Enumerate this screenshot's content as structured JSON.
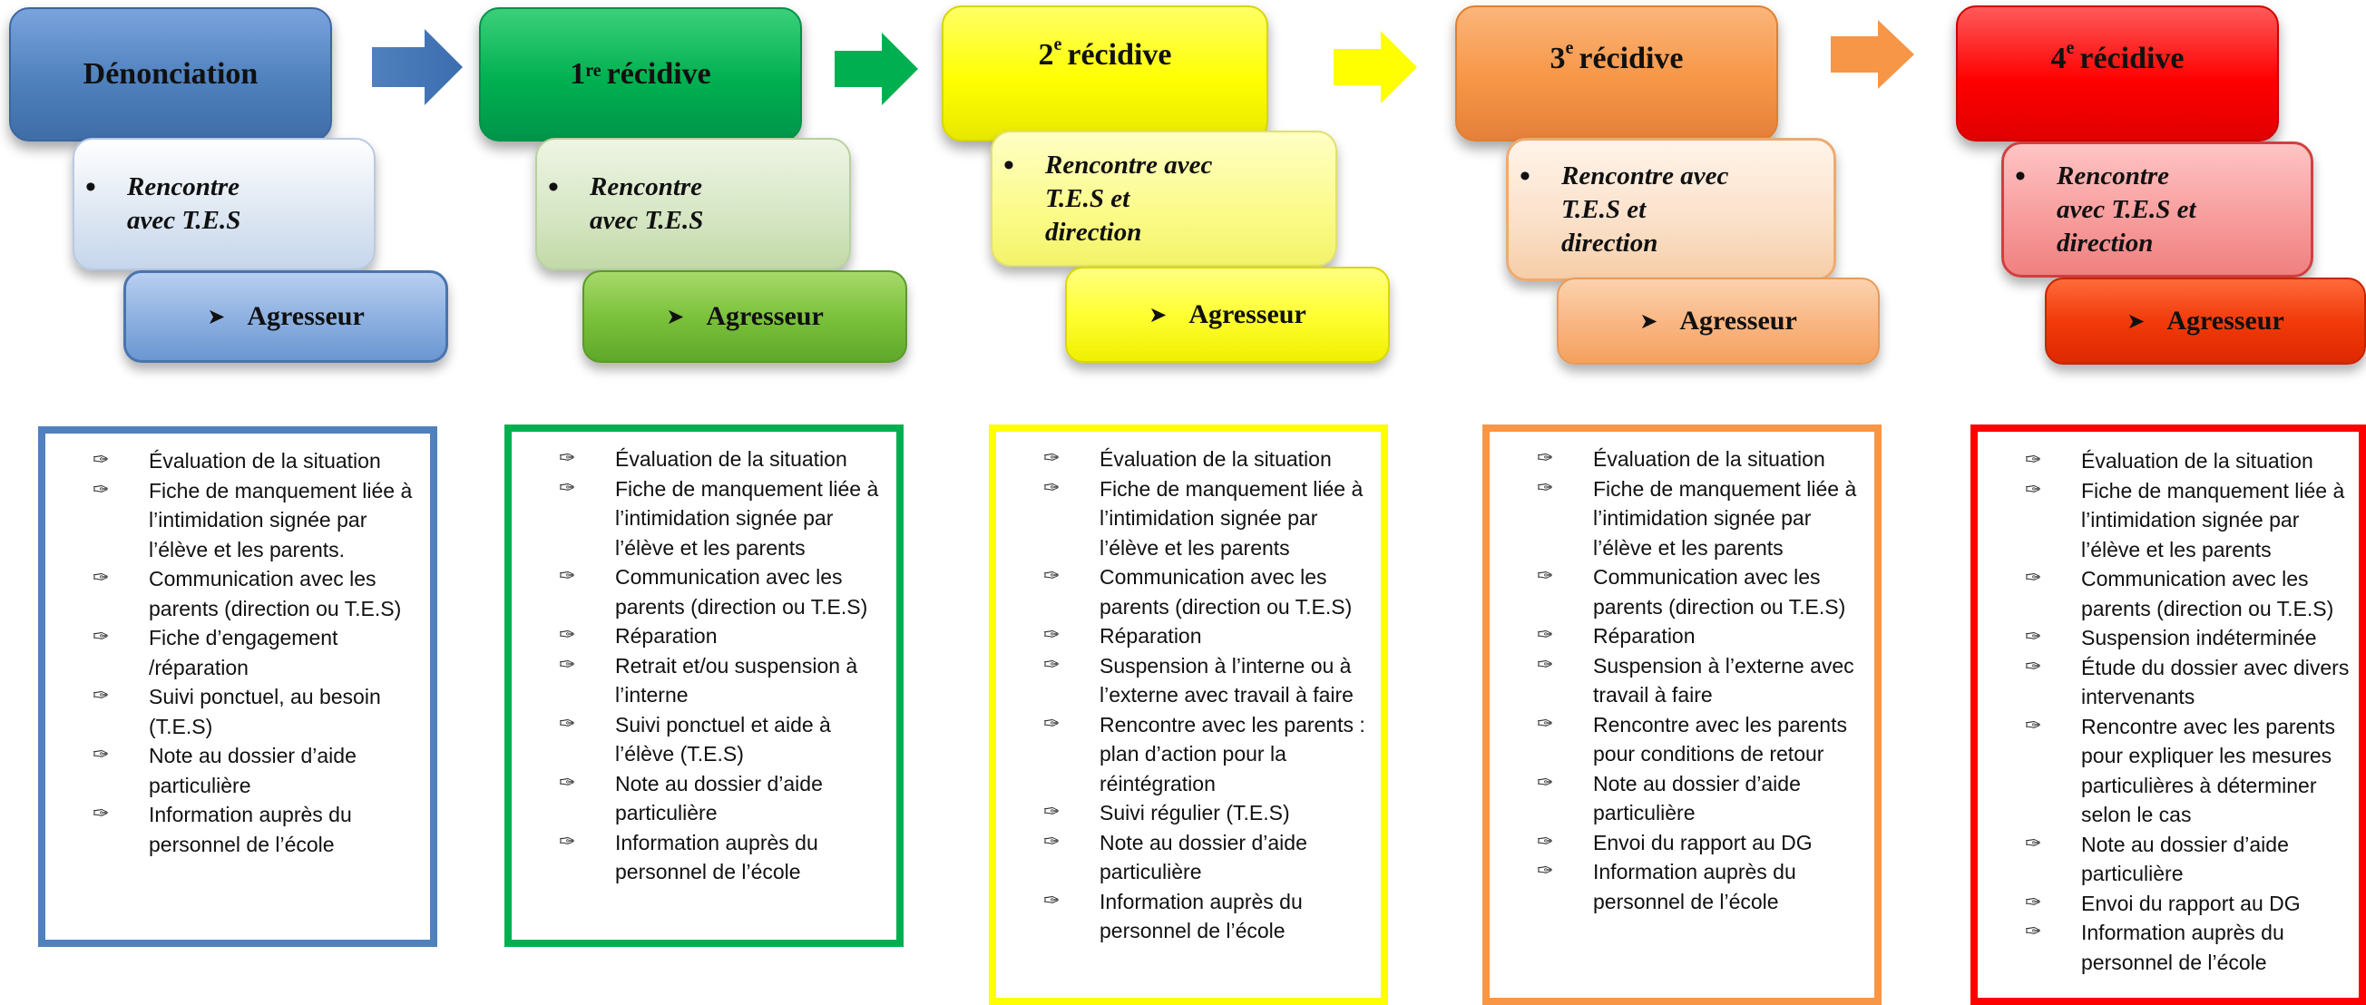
{
  "colors": {
    "blue": "#4f81bd",
    "green": "#00b050",
    "yellow": "#ffff00",
    "orange": "#f79646",
    "red": "#ff0000"
  },
  "stages": [
    {
      "key": "denonciation",
      "title": "Dénonciation",
      "title_sup": "",
      "title_rest": "",
      "meeting_lines": [
        "Rencontre",
        "avec T.E.S"
      ],
      "aggressor": "Agresseur",
      "items": [
        "Évaluation de la situation",
        "Fiche de manquement liée à l’intimidation signée par l’élève et les parents.",
        "Communication avec les parents (direction ou T.E.S)",
        "Fiche d’engagement /réparation",
        "Suivi ponctuel, au besoin (T.E.S)",
        "Note au dossier d’aide particulière",
        "Information auprès du personnel de l’école"
      ]
    },
    {
      "key": "recidive-1",
      "title": "1",
      "title_sup": "re",
      "title_rest": "récidive",
      "meeting_lines": [
        "Rencontre",
        "avec T.E.S"
      ],
      "aggressor": "Agresseur",
      "items": [
        "Évaluation de la situation",
        "Fiche de manquement  liée à l’intimidation signée par l’élève et les parents",
        "Communication avec les parents (direction ou T.E.S)",
        "Réparation",
        "Retrait et/ou suspension à l’interne",
        "Suivi ponctuel et aide à l’élève (T.E.S)",
        "Note au dossier d’aide particulière",
        "Information auprès du personnel de l’école"
      ]
    },
    {
      "key": "recidive-2",
      "title": "2",
      "title_sup": "e",
      "title_rest": "récidive",
      "meeting_lines": [
        "Rencontre avec",
        "T.E.S et",
        "direction"
      ],
      "aggressor": "Agresseur",
      "items": [
        "Évaluation de la situation",
        "Fiche de manquement  liée à l’intimidation signée par l’élève et les parents",
        "Communication avec les parents (direction ou T.E.S)",
        "Réparation",
        "Suspension à l’interne ou à l’externe avec travail à faire",
        "Rencontre avec les parents : plan d’action pour la réintégration",
        "Suivi régulier (T.E.S)",
        "Note au dossier d’aide particulière",
        "Information auprès du personnel de l’école"
      ]
    },
    {
      "key": "recidive-3",
      "title": "3",
      "title_sup": "e",
      "title_rest": "récidive",
      "meeting_lines": [
        "Rencontre avec",
        "T.E.S et",
        "direction"
      ],
      "aggressor": "Agresseur",
      "items": [
        "Évaluation de la situation",
        "Fiche de manquement  liée à l’intimidation signée par l’élève et les parents",
        "Communication avec les parents (direction ou T.E.S)",
        "Réparation",
        "Suspension à l’externe avec travail à faire",
        "Rencontre avec les parents pour conditions de retour",
        "Note au dossier d’aide particulière",
        "Envoi du rapport au DG",
        "Information auprès du personnel de l’école"
      ]
    },
    {
      "key": "recidive-4",
      "title": "4",
      "title_sup": "e",
      "title_rest": "récidive",
      "meeting_lines": [
        "Rencontre",
        "avec T.E.S et",
        "direction"
      ],
      "aggressor": "Agresseur",
      "items": [
        "Évaluation de la situation",
        "Fiche de manquement  liée à l’intimidation signée par l’élève et les parents",
        "Communication avec les parents (direction ou T.E.S)",
        "Suspension indéterminée",
        "Étude du dossier avec divers intervenants",
        "Rencontre avec les parents pour expliquer les mesures particulières à déterminer selon le cas",
        "Note au dossier d’aide particulière",
        "Envoi du rapport au DG",
        "Information auprès du personnel de l’école"
      ]
    }
  ]
}
